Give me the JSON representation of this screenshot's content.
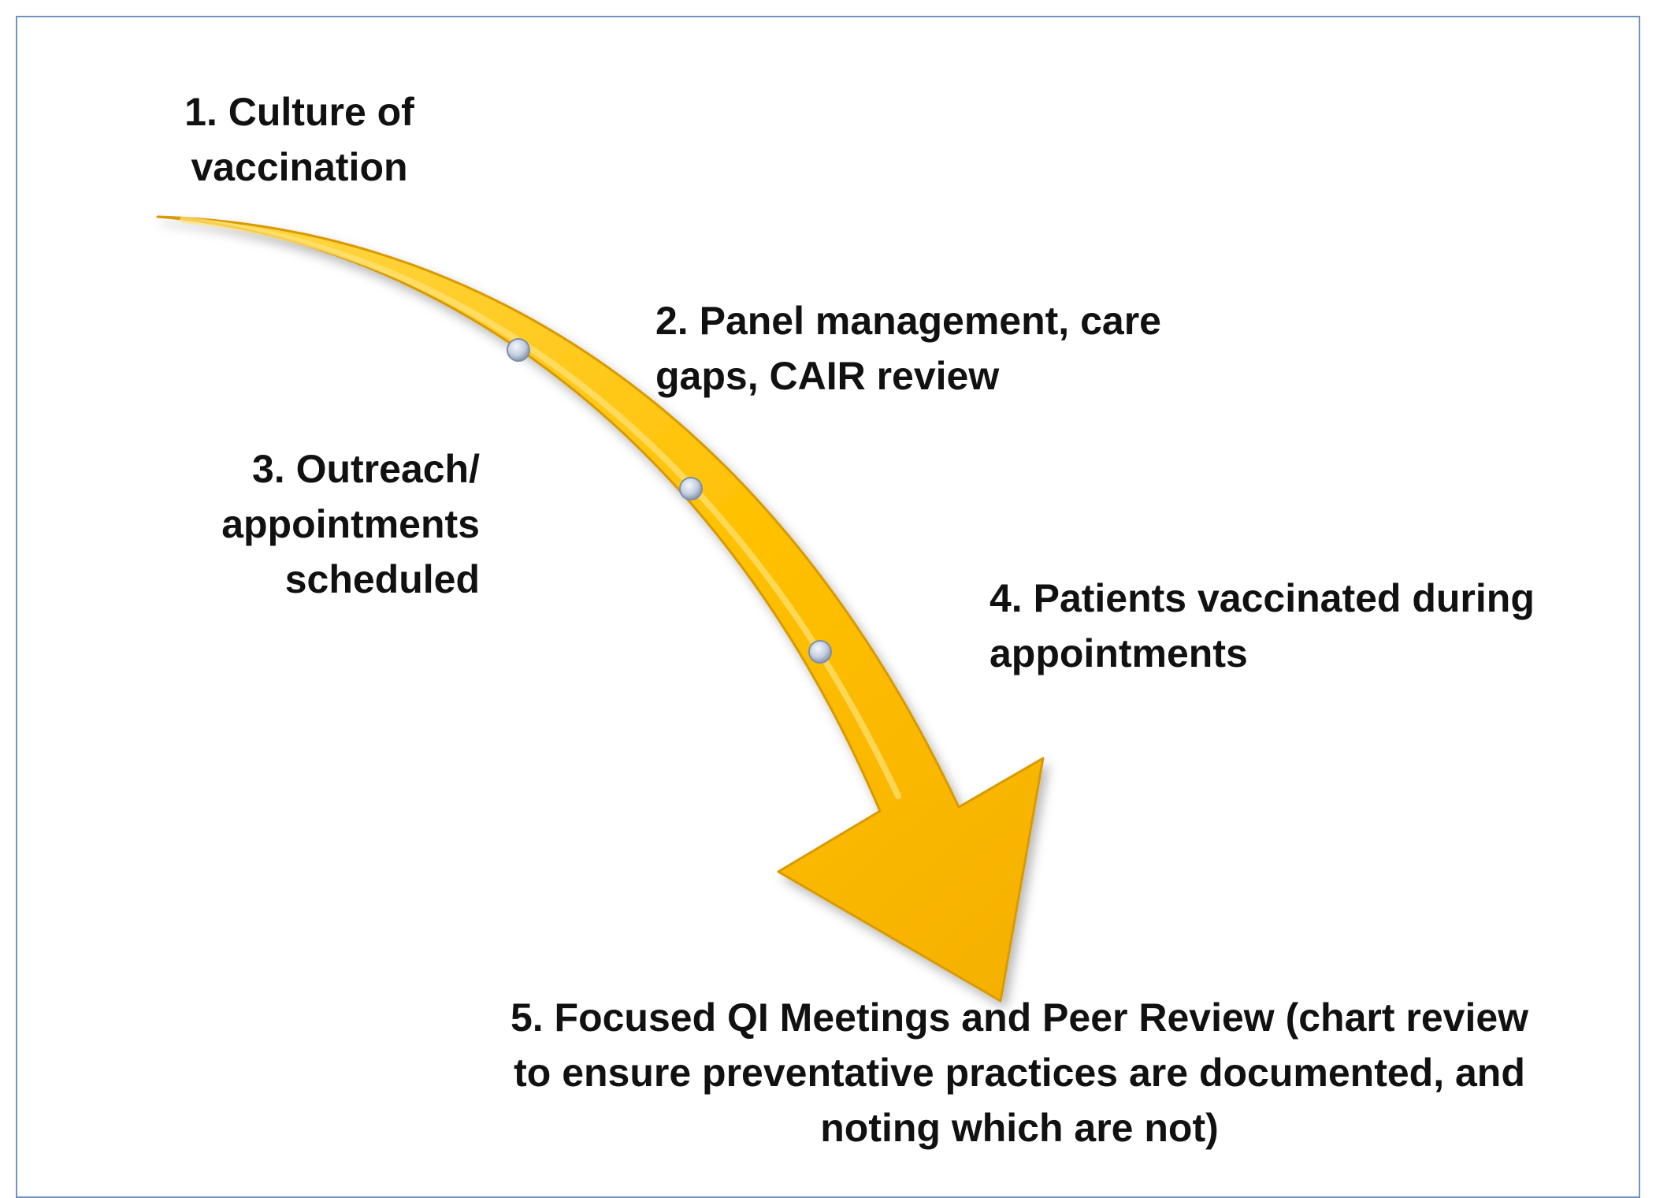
{
  "diagram": {
    "steps": [
      {
        "lines": [
          "1. Culture of",
          "vaccination"
        ]
      },
      {
        "lines": [
          "2. Panel management, care",
          "gaps, CAIR review"
        ]
      },
      {
        "lines": [
          "3. Outreach/",
          "appointments",
          "scheduled"
        ]
      },
      {
        "lines": [
          "4. Patients vaccinated during",
          "appointments"
        ]
      },
      {
        "lines": [
          "5. Focused QI Meetings and Peer Review (chart review",
          "to ensure preventative practices are documented, and",
          "noting which are not)"
        ]
      }
    ],
    "colors": {
      "arrow_fill": "#ffc000",
      "arrow_edge": "#d99a00",
      "arrow_highlight": "#ffe27a",
      "dot_fill": "#c5cfe0",
      "dot_edge": "#7f8fa8",
      "frame_border": "#6f93c3",
      "text": "#111111"
    }
  }
}
